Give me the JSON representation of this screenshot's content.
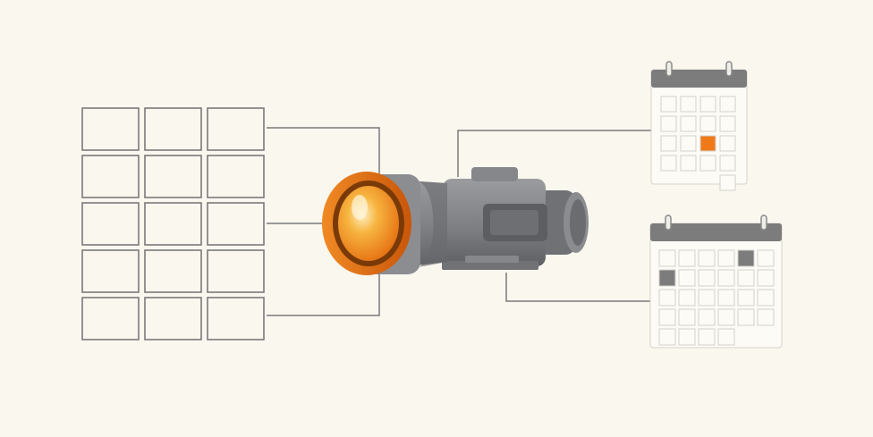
{
  "diagram": {
    "description_free": true,
    "source_grid": {
      "rows": 5,
      "cols": 3
    },
    "scope": {
      "icon": "scope-icon"
    },
    "calendar_top": {
      "icon": "calendar-icon",
      "rows": 5,
      "cols": 4,
      "highlighted_cell": {
        "row": 2,
        "col": 2,
        "color": "#f07a1a"
      },
      "empty_cells_last_row": [
        0,
        1,
        2
      ]
    },
    "calendar_bottom": {
      "icon": "calendar-icon",
      "rows": 5,
      "cols": 6,
      "highlighted_cells": [
        {
          "row": 0,
          "col": 4,
          "color": "#7c7c7c"
        },
        {
          "row": 1,
          "col": 0,
          "color": "#7c7c7c"
        }
      ],
      "empty_cells_last_row": [
        4,
        5
      ]
    },
    "colors": {
      "background": "#faf7ef",
      "line": "#7a7a7a",
      "accent": "#f07a1a",
      "scope_body": "#7d7f82",
      "calendar_header": "#7c7c7c"
    }
  }
}
